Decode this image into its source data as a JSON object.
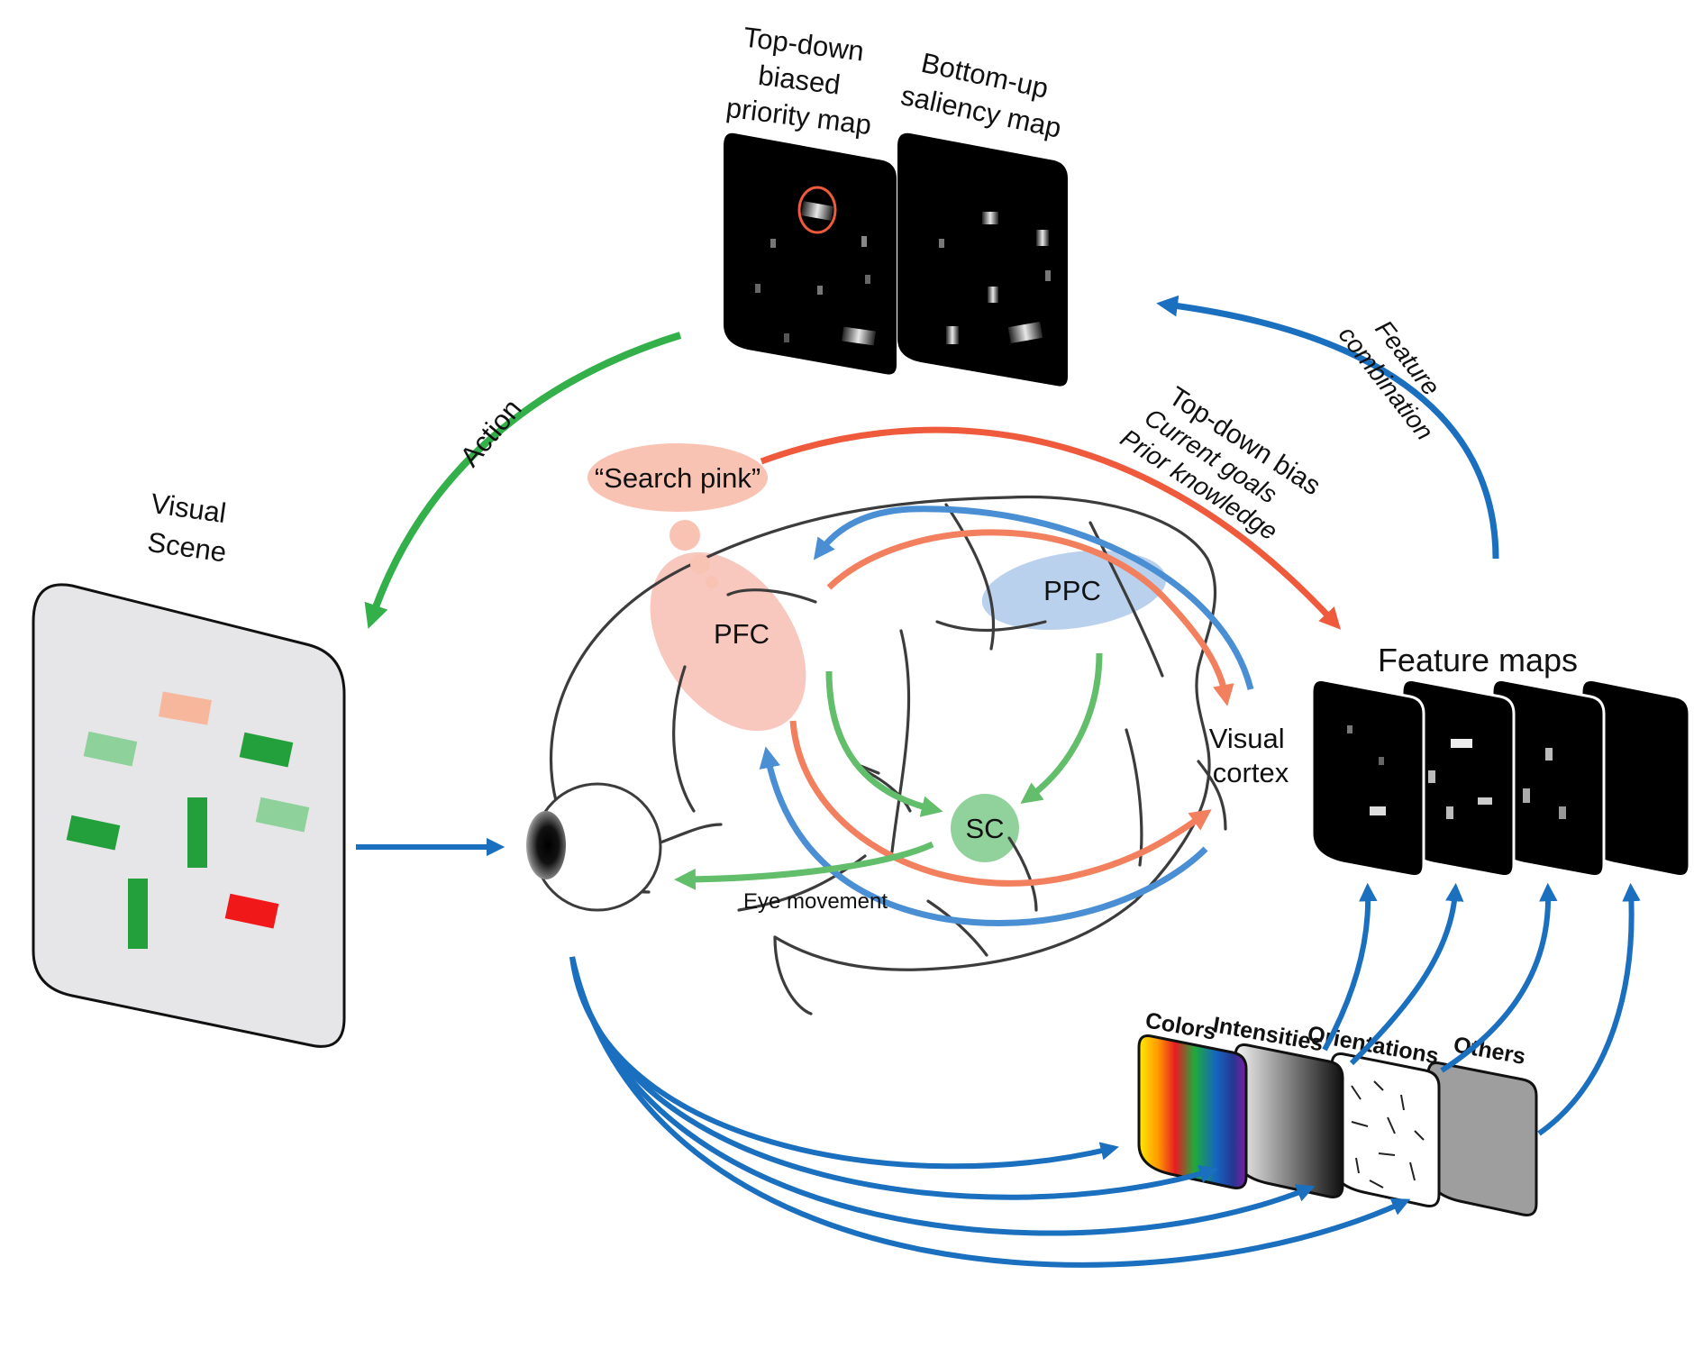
{
  "colors": {
    "blue": "#1a6fbf",
    "blue_light": "#4a8fd4",
    "green": "#33b04a",
    "green_light": "#63be6b",
    "red": "#ef5a3c",
    "red_light": "#f2805e",
    "pfc_fill": "#f4a99a",
    "ppc_fill": "#9dbde6",
    "sc_fill": "#7ec98a",
    "scene_bg": "#e6e6e8"
  },
  "maps": {
    "topdown_label": [
      "Top-down",
      "biased",
      "priority map"
    ],
    "bottomup_label": [
      "Bottom-up",
      "saliency map"
    ]
  },
  "scene": {
    "label": [
      "Visual",
      "Scene"
    ]
  },
  "regions": {
    "pfc": "PFC",
    "ppc": "PPC",
    "sc": "SC",
    "visual_cortex": [
      "Visual",
      "cortex"
    ]
  },
  "thought": "“Search pink”",
  "arrows": {
    "action": "Action",
    "topdown_bias": [
      "Top-down bias",
      "Current goals",
      "Prior knowledge"
    ],
    "feature_combination": [
      "Feature",
      "combination"
    ],
    "eye_movement": "Eye movement"
  },
  "feature_maps": {
    "title": "Feature maps"
  },
  "channels": [
    "Colors",
    "Intensities",
    "Orientations",
    "Others"
  ]
}
